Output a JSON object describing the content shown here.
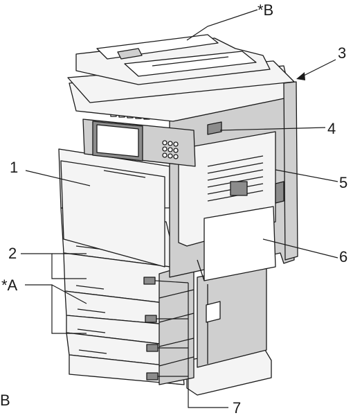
{
  "labels": {
    "B": "*B",
    "n3": "3",
    "n4": "4",
    "n1": "1",
    "n5": "5",
    "n2": "2",
    "n6": "6",
    "A": "*A",
    "n7": "7",
    "partial": "B"
  }
}
